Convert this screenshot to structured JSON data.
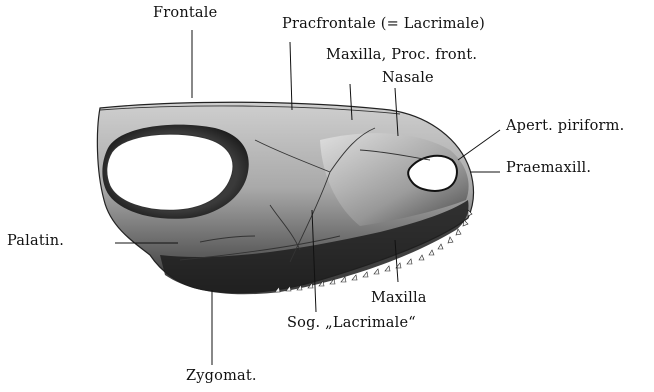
{
  "labels": {
    "frontale": "Frontale",
    "praefrontale": "Pracfrontale (= Lacrimale)",
    "maxilla_proc_front": "Maxilla, Proc. front.",
    "nasale": "Nasale",
    "apert_piriform": "Apert. piriform.",
    "praemaxill": "Praemaxill.",
    "palatin": "Palatin.",
    "maxilla": "Maxilla",
    "sog_lacrimale": "Sog. „Lacrimale“",
    "zygomat": "Zygomat."
  }
}
